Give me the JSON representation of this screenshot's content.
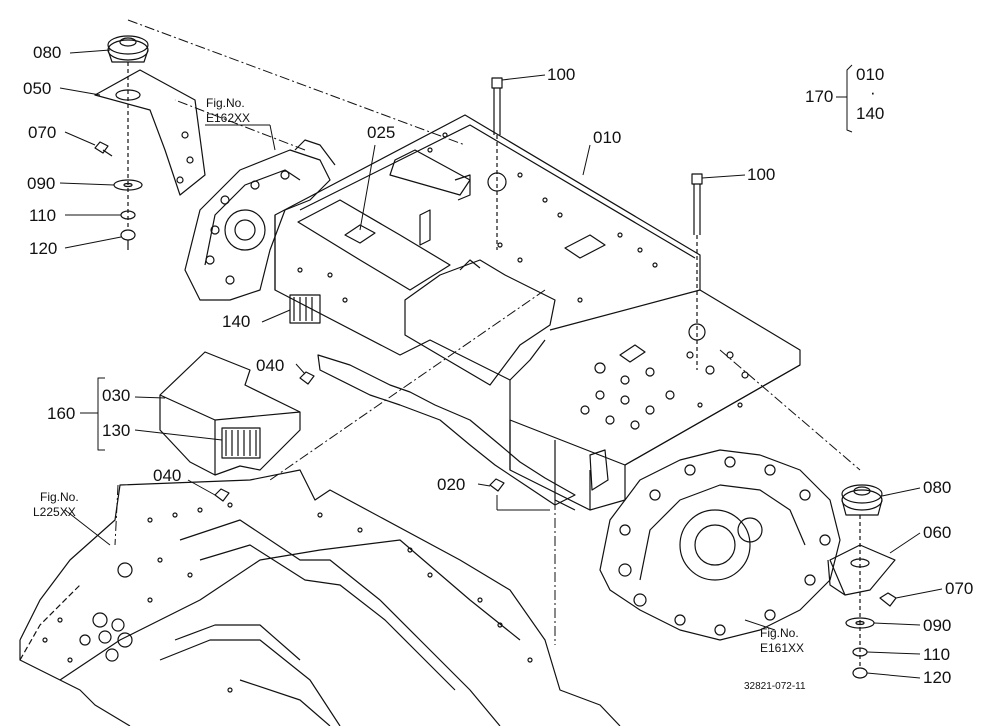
{
  "part_labels": {
    "p010": "010",
    "p020": "020",
    "p025": "025",
    "p030": "030",
    "p040a": "040",
    "p040b": "040",
    "p050": "050",
    "p060": "060",
    "p070a": "070",
    "p070b": "070",
    "p080a": "080",
    "p080b": "080",
    "p090a": "090",
    "p090b": "090",
    "p100a": "100",
    "p100b": "100",
    "p110a": "110",
    "p110b": "110",
    "p120a": "120",
    "p120b": "120",
    "p130": "130",
    "p140": "140",
    "p160": "160",
    "p170": "170"
  },
  "assembly_170": {
    "top": "010",
    "mid": "·",
    "bottom": "140"
  },
  "fig_refs": {
    "e162": {
      "line1": "Fig.No.",
      "line2": "E162XX"
    },
    "l225": {
      "line1": "Fig.No.",
      "line2": "L225XX"
    },
    "e161": {
      "line1": "Fig.No.",
      "line2": "E161XX"
    }
  },
  "drawing_code": "32821-072-11"
}
